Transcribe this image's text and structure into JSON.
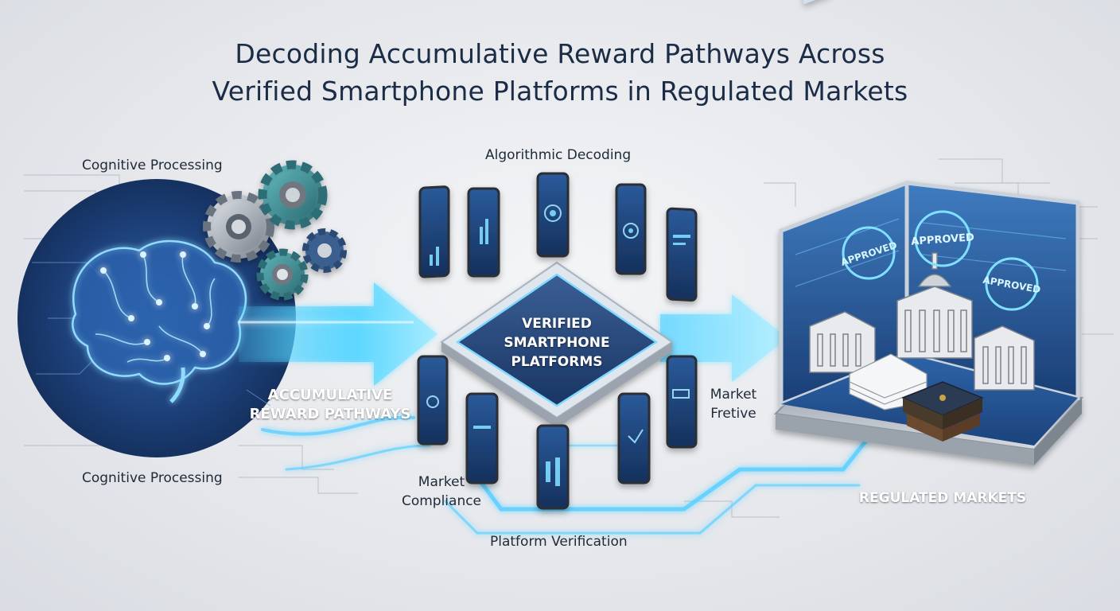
{
  "title": {
    "line1": "Decoding Accumulative Reward Pathways Across",
    "line2": "Verified Smartphone Platforms in Regulated Markets"
  },
  "labels": {
    "cognitive_top": "Cognitive Processing",
    "cognitive_bottom": "Cognitive Processing",
    "algorithmic": "Algorithmic Decoding",
    "market_compliance_1": "Market",
    "market_compliance_2": "Compliance",
    "platform_verification": "Platform Verification",
    "market_fretive_1": "Market",
    "market_fretive_2": "Fretive",
    "pathways_1": "ACCUMULATIVE",
    "pathways_2": "REWARD PATHWAYS",
    "hub_1": "VERIFIED",
    "hub_2": "SMARTPHONE",
    "hub_3": "PLATFORMS",
    "regulated": "REGULATED MARKETS"
  },
  "stamps": [
    "APPROVED",
    "APPROVED",
    "APPROVED"
  ],
  "icons": [
    "brain-icon",
    "gear-icon",
    "smartphone-icon",
    "building-icon",
    "document-icon",
    "book-icon",
    "arrow-right-icon"
  ],
  "colors": {
    "accent": "#4fd3ff",
    "navy": "#1b2c46",
    "teal": "#3f8f96"
  }
}
